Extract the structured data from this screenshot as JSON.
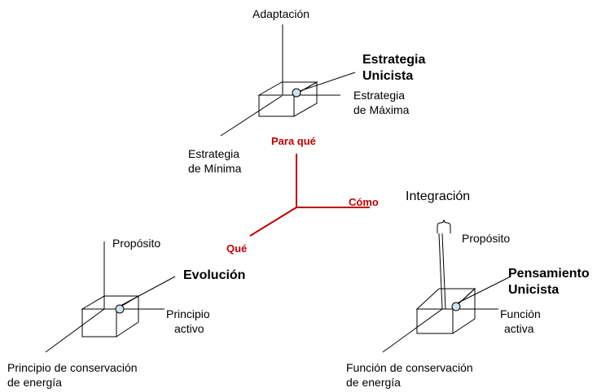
{
  "colors": {
    "axis_red": "#c00000",
    "sphere_fill": "#cfe3ef",
    "line": "#000000"
  },
  "top_cube": {
    "top_label": "Adaptación",
    "strategy_title_l1": "Estrategia",
    "strategy_title_l2": "Unicista",
    "max_l1": "Estrategia",
    "max_l2": "de Máxima",
    "min_l1": "Estrategia",
    "min_l2": "de Mínima"
  },
  "center_axes": {
    "para_que": "Para qué",
    "como": "Cómo",
    "que": "Qué"
  },
  "left_cube": {
    "top_label": "Propósito",
    "title": "Evolución",
    "right_l1": "Principio",
    "right_l2": "activo",
    "bottom_l1": "Principio de conservación",
    "bottom_l2": "de energía"
  },
  "right_cube": {
    "integration_label": "Integración",
    "top_label": "Propósito",
    "title_l1": "Pensamiento",
    "title_l2": "Unicista",
    "right_l1": "Función",
    "right_l2": "activa",
    "bottom_l1": "Función de conservación",
    "bottom_l2": "de energía"
  }
}
